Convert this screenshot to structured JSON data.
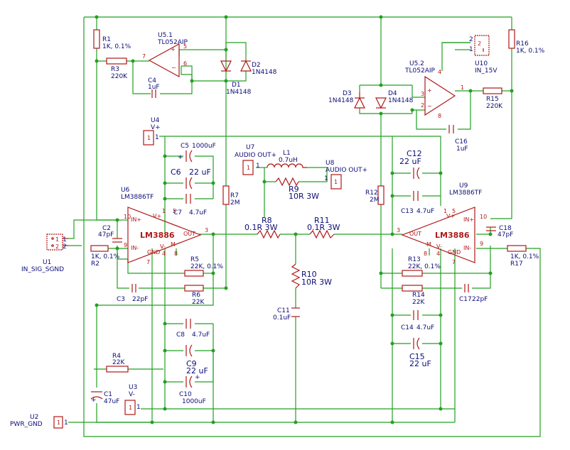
{
  "components": {
    "U1": {
      "ref": "U1",
      "value": "IN_SIG_SGND",
      "pin1": "1",
      "pin2": "2"
    },
    "U2": {
      "ref": "U2",
      "value": "PWR_GND",
      "pin": "1"
    },
    "U3": {
      "ref": "U3",
      "value": "V-",
      "pin": "1"
    },
    "U4": {
      "ref": "U4",
      "value": "V+",
      "pin": "1"
    },
    "U5_1": {
      "ref": "U5.1",
      "value": "TL052AIP",
      "pin_out": "7",
      "pin_plus": "5",
      "pin_minus": "6"
    },
    "U5_2": {
      "ref": "U5.2",
      "value": "TL052AIP",
      "pin_out": "1",
      "pin_plus": "3",
      "pin_minus": "2",
      "pin_vp": "4",
      "pin_vm": "8"
    },
    "U6": {
      "ref": "U6",
      "value": "LM3886TF",
      "body": "LM3886",
      "pins": {
        "in_plus": "10",
        "in_minus": "9",
        "out": "3",
        "v_plus1": "1",
        "v_plus2": "5",
        "v_minus": "4",
        "gnd": "7",
        "m": "8"
      },
      "labels": {
        "in_plus": "IN+",
        "in_minus": "IN-",
        "out": "OUT",
        "vp": "V+",
        "gnd": "GND",
        "vm": "V-",
        "m": "M"
      }
    },
    "U7": {
      "ref": "U7",
      "value": "AUDIO OUT+",
      "pin": "1"
    },
    "U8": {
      "ref": "U8",
      "value": "AUDIO OUT+",
      "pin": "1"
    },
    "U9": {
      "ref": "U9",
      "value": "LM3886TF",
      "body": "LM3886",
      "pins": {
        "in_plus": "10",
        "in_minus": "9",
        "out": "3",
        "v_plus1": "1",
        "v_plus2": "5",
        "v_minus": "4",
        "gnd": "7",
        "m": "8"
      },
      "labels": {
        "in_plus": "IN+",
        "in_minus": "IN-",
        "out": "OUT",
        "vp": "V+",
        "gnd": "GND",
        "vm": "V-",
        "m": "M"
      }
    },
    "U10": {
      "ref": "U10",
      "value": "IN_15V",
      "pin1": "1",
      "pin2": "2"
    },
    "R1": {
      "ref": "R1",
      "value": "1K, 0.1%"
    },
    "R2": {
      "ref": "R2",
      "value": "1K, 0.1%"
    },
    "R3": {
      "ref": "R3",
      "value": "220K"
    },
    "R4": {
      "ref": "R4",
      "value": "22K"
    },
    "R5": {
      "ref": "R5",
      "value": "22K, 0.1%"
    },
    "R6": {
      "ref": "R6",
      "value": "22K"
    },
    "R7": {
      "ref": "R7",
      "value": "2M"
    },
    "R8": {
      "ref": "R8",
      "value": "0.1R 3W"
    },
    "R9": {
      "ref": "R9",
      "value": "10R 3W"
    },
    "R10": {
      "ref": "R10",
      "value": "10R 3W"
    },
    "R11": {
      "ref": "R11",
      "value": "0.1R 3W"
    },
    "R12": {
      "ref": "R12",
      "value": "2M"
    },
    "R13": {
      "ref": "R13",
      "value": "22K, 0.1%"
    },
    "R14": {
      "ref": "R14",
      "value": "22K"
    },
    "R15": {
      "ref": "R15",
      "value": "220K"
    },
    "R16": {
      "ref": "R16",
      "value": "1K, 0.1%"
    },
    "R17": {
      "ref": "R17",
      "value": "1K, 0.1%"
    },
    "C1": {
      "ref": "C1",
      "value": "47uF"
    },
    "C2": {
      "ref": "C2",
      "value": "47pF"
    },
    "C3": {
      "ref": "C3",
      "value": "22pF"
    },
    "C4": {
      "ref": "C4",
      "value": "1uF"
    },
    "C5": {
      "ref": "C5",
      "value": "1000uF"
    },
    "C6": {
      "ref": "C6",
      "value": "22 uF"
    },
    "C7": {
      "ref": "C7",
      "value": "4.7uF"
    },
    "C8": {
      "ref": "C8",
      "value": "4.7uF"
    },
    "C9": {
      "ref": "C9",
      "value": "22 uF"
    },
    "C10": {
      "ref": "C10",
      "value": "1000uF"
    },
    "C11": {
      "ref": "C11",
      "value": "0.1uF"
    },
    "C12": {
      "ref": "C12",
      "value": "22 uF"
    },
    "C13": {
      "ref": "C13",
      "value": "4.7uF"
    },
    "C14": {
      "ref": "C14",
      "value": "4.7uF"
    },
    "C15": {
      "ref": "C15",
      "value": "22 uF"
    },
    "C16": {
      "ref": "C16",
      "value": "1uF"
    },
    "C17": {
      "ref": "C17",
      "value": "22pF"
    },
    "C18": {
      "ref": "C18",
      "value": "47pF"
    },
    "D1": {
      "ref": "D1",
      "value": "1N4148"
    },
    "D2": {
      "ref": "D2",
      "value": "1N4148"
    },
    "D3": {
      "ref": "D3",
      "value": "1N4148"
    },
    "D4": {
      "ref": "D4",
      "value": "1N4148"
    },
    "L1": {
      "ref": "L1",
      "value": "0.7uH"
    }
  },
  "colors": {
    "wire": "#23a023",
    "part": "#b01818",
    "text": "#0c0c78",
    "background": "#ffffff"
  }
}
